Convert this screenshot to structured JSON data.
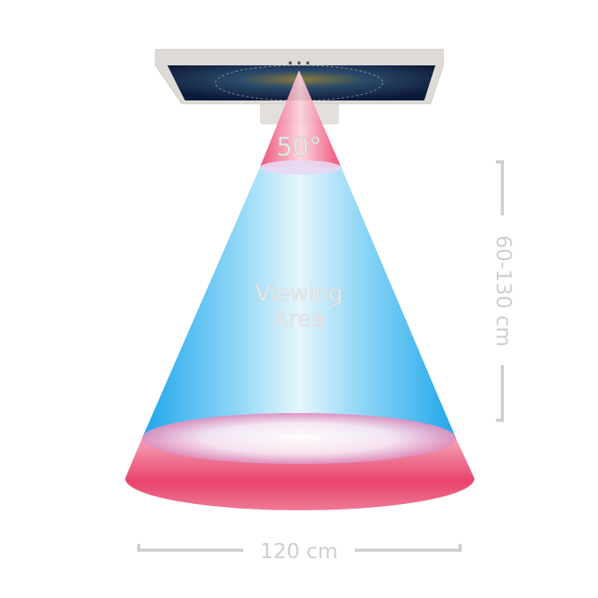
{
  "diagram": {
    "angle_label": "50°",
    "area_label_line1": "Viewing",
    "area_label_line2": "Area",
    "distance_label": "60-130 cm",
    "width_label": "120 cm"
  },
  "colors": {
    "pink": "#ee3d68",
    "blue": "#27b3ec",
    "bezel": "#dedbd6",
    "dim_line": "#cfcfcf"
  }
}
